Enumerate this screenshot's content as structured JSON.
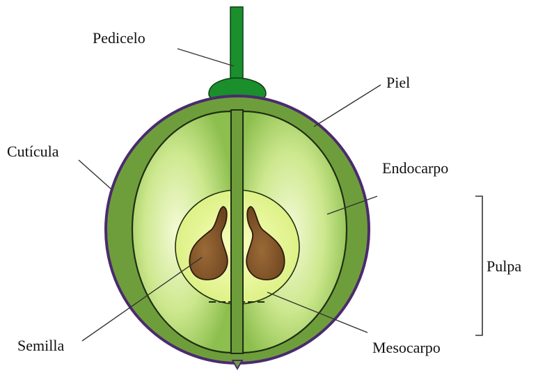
{
  "labels": {
    "pedicelo": "Pedicelo",
    "piel": "Piel",
    "cuticula": "Cutícula",
    "endocarpo": "Endocarpo",
    "pulpa": "Pulpa",
    "semilla": "Semilla",
    "mesocarpo": "Mesocarpo"
  },
  "colors": {
    "cuticle": "#4b2a6e",
    "skin": "#6e9e3c",
    "outline": "#1f2e12",
    "flesh_inner": "#eef6c4",
    "flesh_outer": "#8cbf4e",
    "mesocarp": "#e6f79a",
    "seed": "#8a5a2b",
    "stem": "#1a8f2c"
  }
}
